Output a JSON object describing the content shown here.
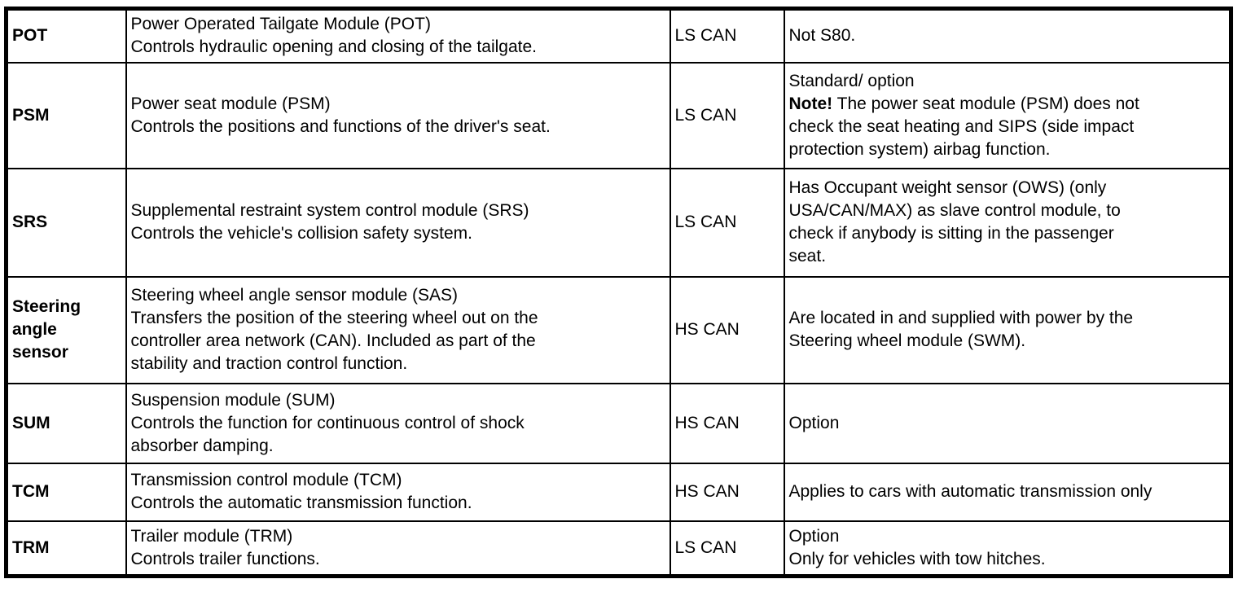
{
  "page": {
    "background_color": "#ffffff",
    "border_color": "#000000",
    "text_color": "#000000"
  },
  "table": {
    "description": "Vehicle control module table: abbreviation, description, CAN network type, notes",
    "rows": [
      {
        "abbr_lines": [
          "POT"
        ],
        "description_lines": [
          "Power Operated Tailgate Module (POT)",
          "Controls hydraulic opening and closing of the tailgate."
        ],
        "network": "LS CAN",
        "notes_lines": [
          "Not S80."
        ]
      },
      {
        "abbr_lines": [
          "PSM"
        ],
        "description_lines": [
          "Power seat module (PSM)",
          "Controls the positions and functions of the driver's seat."
        ],
        "network": "LS CAN",
        "notes_lines": [
          "Standard/ option",
          {
            "bold": "Note!",
            "text": " The power seat module (PSM) does not"
          },
          "check the seat heating and SIPS (side impact",
          "protection system) airbag function."
        ]
      },
      {
        "abbr_lines": [
          "SRS"
        ],
        "description_lines": [
          "Supplemental restraint system control module (SRS)",
          "Controls the vehicle's collision safety system."
        ],
        "network": "LS CAN",
        "notes_lines": [
          "Has Occupant weight sensor (OWS) (only",
          "USA/CAN/MAX) as slave control module, to",
          "check if anybody is sitting in the passenger",
          "seat."
        ]
      },
      {
        "abbr_lines": [
          "Steering",
          "angle",
          "sensor"
        ],
        "description_lines": [
          "Steering wheel angle sensor module (SAS)",
          "Transfers the position of the steering wheel out on the",
          "controller area network (CAN). Included as part of the",
          "stability and traction control function."
        ],
        "network": "HS CAN",
        "notes_lines": [
          "Are located in and supplied with power by the",
          "Steering wheel module (SWM)."
        ]
      },
      {
        "abbr_lines": [
          "SUM"
        ],
        "description_lines": [
          "Suspension module (SUM)",
          "Controls the function for continuous control of shock",
          "absorber damping."
        ],
        "network": "HS CAN",
        "notes_lines": [
          "Option"
        ]
      },
      {
        "abbr_lines": [
          "TCM"
        ],
        "description_lines": [
          "Transmission control module (TCM)",
          "Controls the automatic transmission function."
        ],
        "network": "HS CAN",
        "notes_lines": [
          "Applies to cars with automatic transmission only"
        ]
      },
      {
        "abbr_lines": [
          "TRM"
        ],
        "description_lines": [
          "Trailer module (TRM)",
          "Controls trailer functions."
        ],
        "network": "LS CAN",
        "notes_lines": [
          "Option",
          "Only for vehicles with tow hitches."
        ]
      }
    ]
  }
}
